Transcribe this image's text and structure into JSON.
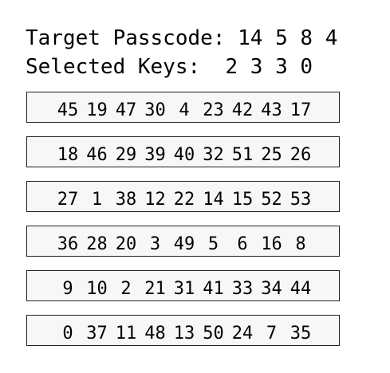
{
  "header": {
    "target_label": "Target Passcode:",
    "target_code": [
      "14",
      "5",
      "8",
      "4"
    ],
    "selected_label": "Selected Keys:",
    "selected_keys": [
      "2",
      "3",
      "3",
      "0"
    ]
  },
  "keypad": {
    "rows": [
      [
        "45",
        "19",
        "47",
        "30",
        "4",
        "23",
        "42",
        "43",
        "17"
      ],
      [
        "18",
        "46",
        "29",
        "39",
        "40",
        "32",
        "51",
        "25",
        "26"
      ],
      [
        "27",
        "1",
        "38",
        "12",
        "22",
        "14",
        "15",
        "52",
        "53"
      ],
      [
        "36",
        "28",
        "20",
        "3",
        "49",
        "5",
        "6",
        "16",
        "8"
      ],
      [
        "9",
        "10",
        "2",
        "21",
        "31",
        "41",
        "33",
        "34",
        "44"
      ],
      [
        "0",
        "37",
        "11",
        "48",
        "13",
        "50",
        "24",
        "7",
        "35"
      ]
    ]
  }
}
